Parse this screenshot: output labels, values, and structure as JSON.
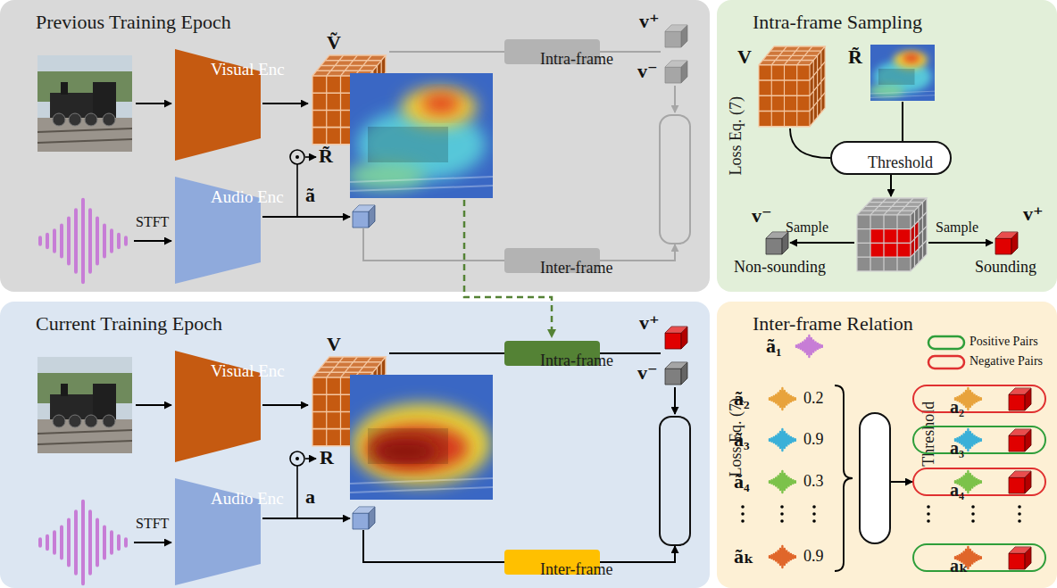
{
  "diagram": {
    "nodes": [
      {
        "text": [
          "Previous Training Epoch"
        ]
      },
      {
        "text": [
          "Visual Enc"
        ],
        "in": 0
      },
      {
        "text": [
          "Audio Enc"
        ],
        "in": 0
      },
      {
        "text": [
          "Intra-frame"
        ],
        "in": 0
      },
      {
        "text": [
          "Inter-frame"
        ],
        "in": 0
      },
      {
        "text": [
          "Loss Eq. (7)"
        ],
        "in": 0
      },
      {
        "text": [
          "Current Training Epoch"
        ]
      },
      {
        "text": [
          "Visual Enc"
        ],
        "in": 6
      },
      {
        "text": [
          "Audio Enc"
        ],
        "in": 6
      },
      {
        "text": [
          "Intra-frame"
        ],
        "in": 6
      },
      {
        "text": [
          "Inter-frame"
        ],
        "in": 6
      },
      {
        "text": [
          "Loss Eq. (7)"
        ],
        "in": 6
      },
      {
        "text": [
          "Intra-frame Sampling"
        ]
      },
      {
        "text": [
          "Threshold"
        ],
        "in": 12
      },
      {
        "text": [
          "Inter-frame Relation"
        ]
      },
      {
        "text": [
          "Threshold"
        ],
        "in": 14
      },
      {
        "text": [
          "a₂"
        ],
        "in": 14
      },
      {
        "text": [
          "a₃"
        ],
        "in": 14
      },
      {
        "text": [
          "a₄"
        ],
        "in": 14
      },
      {
        "text": [
          "aₖ"
        ],
        "in": 14
      }
    ],
    "edges": [
      {
        "from": 4,
        "to": 5,
        "arrow": "to"
      },
      {
        "from": 10,
        "to": 11,
        "arrow": "to"
      },
      {
        "from": 15,
        "to": 18,
        "arrow": "to"
      }
    ],
    "labels": [
      "Ṽ",
      "v⁺",
      "v⁻",
      "R̃",
      "STFT",
      "ã",
      "V",
      "v⁺",
      "v⁻",
      "R",
      "STFT",
      "a",
      "V",
      "R̃",
      "v⁻",
      "Sample",
      "Non-sounding",
      "Sample",
      "v⁺",
      "Sounding",
      "ã₁",
      "ã₂",
      "0.2",
      "ã₃",
      "0.9",
      "ã₄",
      "0.3",
      "ãₖ",
      "0.9"
    ],
    "legend": [
      {
        "text": "Positive Pairs"
      },
      {
        "text": "Negative Pairs"
      }
    ]
  }
}
